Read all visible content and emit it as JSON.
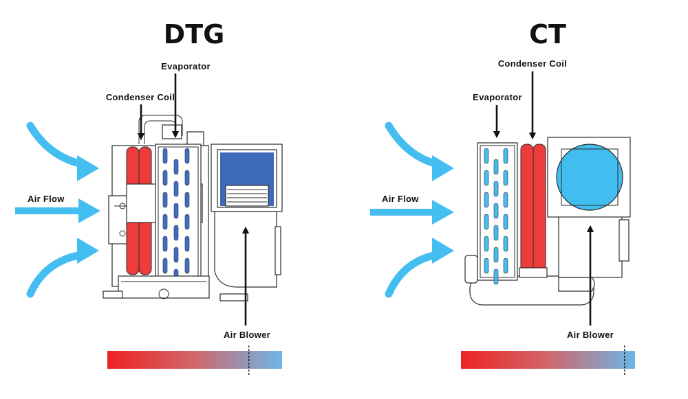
{
  "colors": {
    "airflow": "#44bdf0",
    "condenser": "#ee3b3b",
    "evaporator_dtg": "#3f6fc4",
    "evaporator_ct": "#44bdf0",
    "blower_dtg": "#3f6ab8",
    "blower_ct": "#42bdf0",
    "gradient_hot": "#ee2222",
    "gradient_cold": "#6cb6e6"
  },
  "panels": [
    {
      "title": "DTG",
      "labels": {
        "evaporator": "Evaporator",
        "condenser": "Condenser Coil",
        "airflow": "Air Flow",
        "blower": "Air Blower"
      },
      "temperature_marker": 0.81
    },
    {
      "title": "CT",
      "labels": {
        "condenser": "Condenser Coil",
        "evaporator": "Evaporator",
        "airflow": "Air Flow",
        "blower": "Air Blower"
      },
      "temperature_marker": 0.94
    }
  ]
}
